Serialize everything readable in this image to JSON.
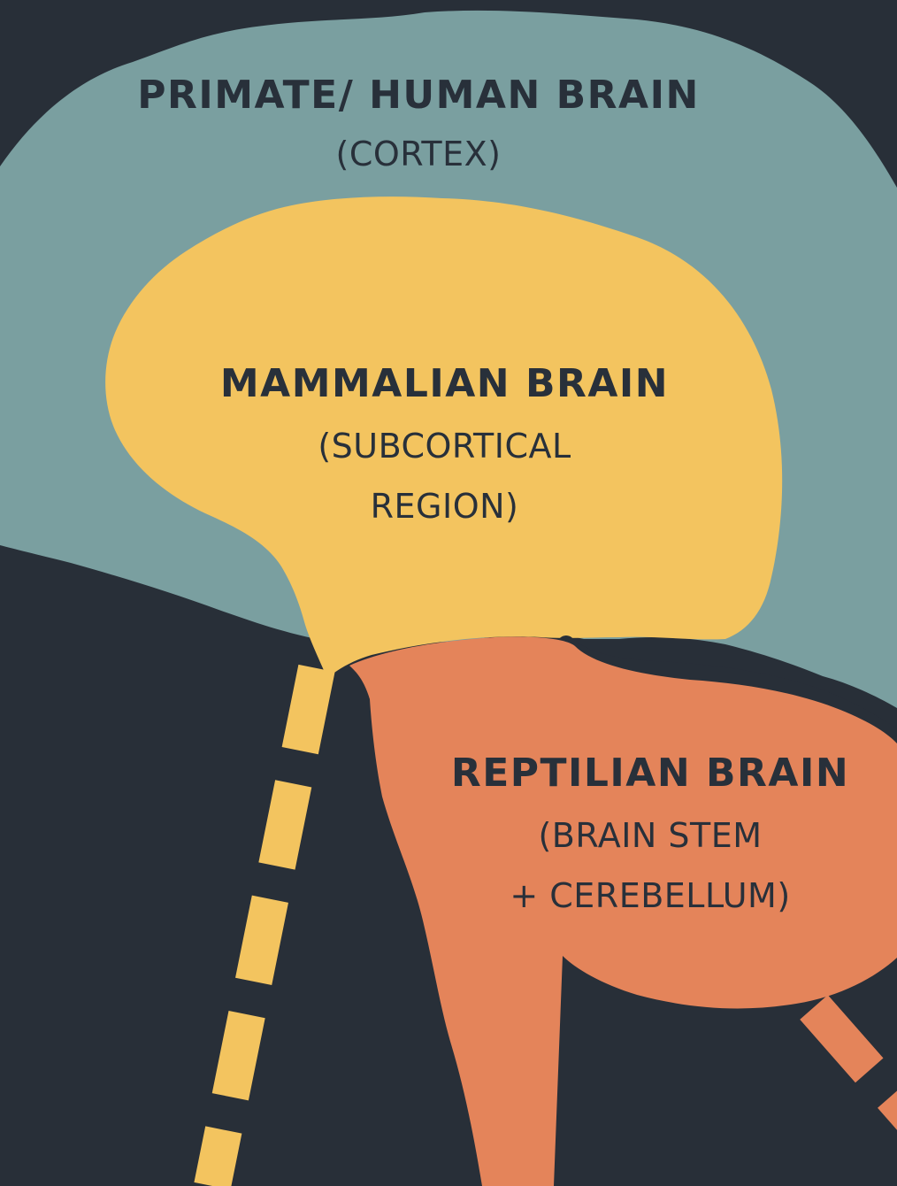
{
  "colors": {
    "background": "#282f38",
    "cortex": "#7a9fa0",
    "mammalian": "#f3c45f",
    "reptilian": "#e4845a",
    "text": "#28303a"
  },
  "regions": {
    "cortex": {
      "title": "PRIMATE/ HUMAN BRAIN",
      "subtitle": "(CORTEX)"
    },
    "mammalian": {
      "title": "MAMMALIAN BRAIN",
      "subtitle_line1": "(SUBCORTICAL",
      "subtitle_line2": "REGION)"
    },
    "reptilian": {
      "title": "REPTILIAN BRAIN",
      "subtitle_line1": "(BRAIN STEM",
      "subtitle_line2": "+ CEREBELLUM)"
    }
  }
}
